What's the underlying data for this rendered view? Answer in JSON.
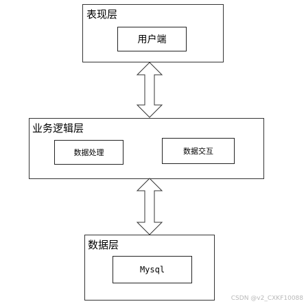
{
  "layers": {
    "presentation": {
      "title": "表现层",
      "nodes": [
        "用户端"
      ]
    },
    "business": {
      "title": "业务逻辑层",
      "nodes": [
        "数据处理",
        "数据交互"
      ]
    },
    "data": {
      "title": "数据层",
      "nodes": [
        "Mysql"
      ]
    }
  },
  "watermark": "CSDN @v2_CXKF10088"
}
